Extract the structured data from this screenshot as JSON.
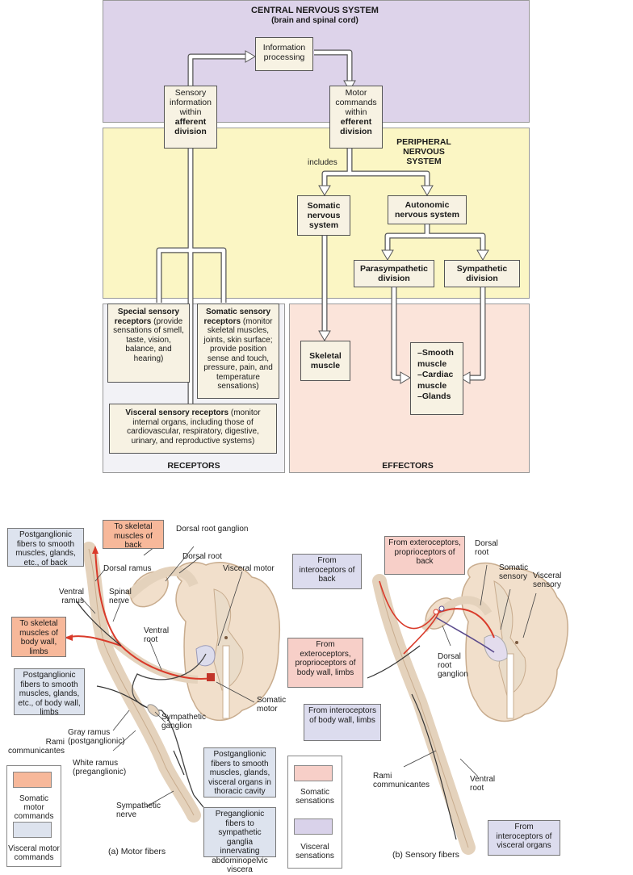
{
  "top": {
    "cns": {
      "title": "CENTRAL NERVOUS SYSTEM",
      "subtitle": "(brain and spinal cord)"
    },
    "info": "Information processing",
    "sensory": {
      "line1": "Sensory",
      "line2": "information",
      "line3": "within",
      "bold1": "afferent",
      "bold2": "division"
    },
    "motor": {
      "line1": "Motor",
      "line2": "commands",
      "line3": "within",
      "bold1": "efferent",
      "bold2": "division"
    },
    "pns": {
      "line1": "PERIPHERAL",
      "line2": "NERVOUS",
      "line3": "SYSTEM"
    },
    "includes": "includes",
    "somatic": "Somatic nervous system",
    "autonomic": "Autonomic nervous system",
    "parasympathetic": "Parasympathetic division",
    "sympathetic": "Sympathetic division",
    "special": {
      "bold": "Special sensory receptors",
      "text": "(provide sensations of smell, taste, vision, balance, and hearing)"
    },
    "somatic_sensory": {
      "bold": "Somatic sensory receptors",
      "text": "(monitor skeletal muscles, joints, skin surface; provide position sense and touch, pressure, pain, and temperature sensations)"
    },
    "visceral": {
      "bold": "Visceral sensory receptors",
      "text": "(monitor internal organs, including those of cardiovascular, respiratory, digestive, urinary, and reproductive systems)"
    },
    "receptors": "RECEPTORS",
    "effectors": "EFFECTORS",
    "skeletal": "Skeletal muscle",
    "smooth": "–Smooth muscle",
    "cardiac": "–Cardiac muscle",
    "glands": "–Glands"
  },
  "colors": {
    "cns": "#ddd3ea",
    "pns": "#fbf6c4",
    "effectors": "#fbe4da",
    "receptors": "#f2f2f6",
    "box": "#f7f2e3",
    "somatic_motor": "#f7b89a",
    "visceral_motor": "#dde3ee",
    "somatic_sens": "#f7cfc8",
    "visceral_sens": "#d9d2ea"
  },
  "motor_fig": {
    "caption": "(a) Motor fibers",
    "tags": {
      "post_back": "Postganglionic fibers to smooth muscles, glands, etc., of back",
      "skel_back": "To skeletal muscles of back",
      "skel_body": "To skeletal muscles of body wall, limbs",
      "post_body": "Postganglionic fibers to smooth muscles, glands, etc., of body wall, limbs",
      "post_thoracic": "Postganglionic fibers to smooth muscles, glands, visceral organs in thoracic cavity",
      "pre_abd": "Preganglionic fibers to sympathetic ganglia innervating abdominopelvic viscera"
    },
    "labels": {
      "drg": "Dorsal root ganglion",
      "dorsal_root": "Dorsal root",
      "dorsal_ramus": "Dorsal ramus",
      "visceral_motor": "Visceral motor",
      "ventral_ramus": "Ventral ramus",
      "spinal_nerve": "Spinal nerve",
      "ventral_root": "Ventral root",
      "gray_ramus": "Gray ramus (postganglionic)",
      "rami": "Rami communicantes",
      "white_ramus": "White ramus (preganglionic)",
      "symp_ganglion": "Sympathetic ganglion",
      "somatic_motor": "Somatic motor",
      "symp_nerve": "Sympathetic nerve"
    },
    "legend": {
      "somatic": "Somatic motor commands",
      "visceral": "Visceral motor commands"
    }
  },
  "sensory_fig": {
    "caption": "(b) Sensory fibers",
    "tags": {
      "intero_back": "From interoceptors of back",
      "extero_back": "From exteroceptors, proprioceptors of back",
      "extero_body": "From exteroceptors, proprioceptors of body wall, limbs",
      "intero_body": "From interoceptors of body wall, limbs",
      "intero_visceral": "From interoceptors of visceral organs"
    },
    "labels": {
      "dorsal_root": "Dorsal root",
      "somatic_sensory": "Somatic sensory",
      "visceral_sensory": "Visceral sensory",
      "drg": "Dorsal root ganglion",
      "rami": "Rami communicantes",
      "ventral_root": "Ventral root"
    },
    "legend": {
      "somatic": "Somatic sensations",
      "visceral": "Visceral sensations"
    }
  }
}
